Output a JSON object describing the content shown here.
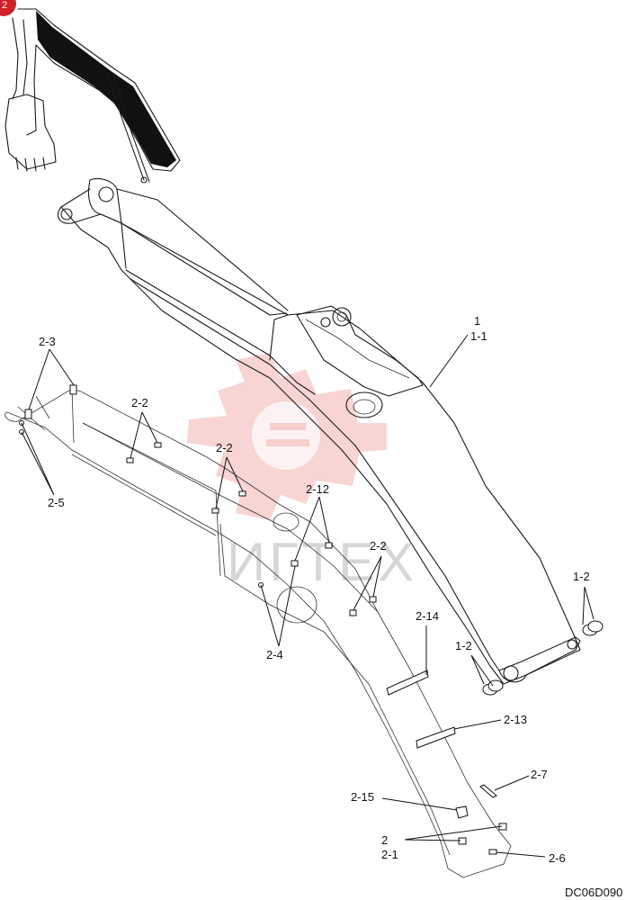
{
  "badge": "2",
  "watermark": "ИГТЕХ",
  "drawing_code": "DC06D090",
  "callouts": {
    "c1": "1",
    "c1_1": "1-1",
    "c1_2a": "1-2",
    "c1_2b": "1-2",
    "c2_3": "2-3",
    "c2_5": "2-5",
    "c2_2a": "2-2",
    "c2_2b": "2-2",
    "c2_12": "2-12",
    "c2_2c": "2-2",
    "c2_4": "2-4",
    "c2_14": "2-14",
    "c2_13": "2-13",
    "c2_7": "2-7",
    "c2_15": "2-15",
    "c2": "2",
    "c2_1": "2-1",
    "c2_6": "2-6"
  }
}
